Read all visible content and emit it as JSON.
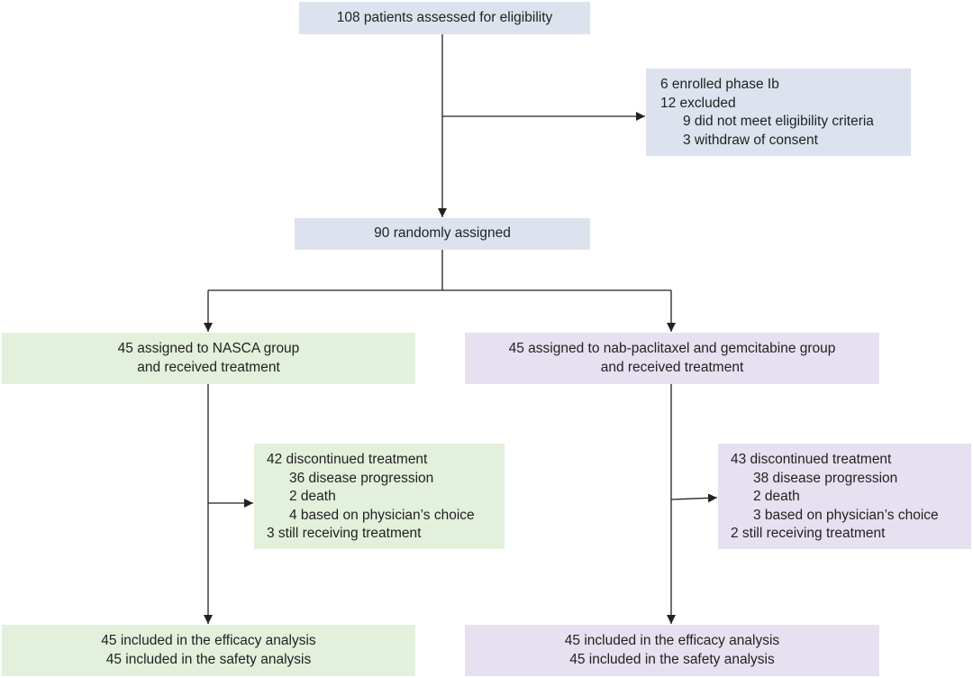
{
  "colors": {
    "blue_box": "#dce3ee",
    "green_box": "#e3f0db",
    "purple_box": "#e6e0f0",
    "connector": "#222222"
  },
  "boxes": {
    "assessed": {
      "lines": [
        "108 patients assessed for eligibility"
      ]
    },
    "excluded": {
      "lines": [
        {
          "text": "6 enrolled phase Ib",
          "level": 0
        },
        {
          "text": "12 excluded",
          "level": 0
        },
        {
          "text": "9 did not meet eligibility criteria",
          "level": 1
        },
        {
          "text": "3 withdraw of consent",
          "level": 1
        }
      ]
    },
    "randomized": {
      "lines": [
        "90 randomly assigned"
      ]
    },
    "nasca_group": {
      "lines": [
        "45 assigned to NASCA group",
        "and received treatment"
      ]
    },
    "ag_group": {
      "lines": [
        "45 assigned to nab-paclitaxel and gemcitabine group",
        "and received treatment"
      ]
    },
    "nasca_discontinued": {
      "lines": [
        {
          "text": "42 discontinued treatment",
          "level": 0
        },
        {
          "text": "36 disease progression",
          "level": 1
        },
        {
          "text": "2 death",
          "level": 1
        },
        {
          "text": "4 based on physician’s choice",
          "level": 1
        },
        {
          "text": "3 still receiving treatment",
          "level": 0
        }
      ]
    },
    "ag_discontinued": {
      "lines": [
        {
          "text": "43 discontinued treatment",
          "level": 0
        },
        {
          "text": "38 disease progression",
          "level": 1
        },
        {
          "text": "2 death",
          "level": 1
        },
        {
          "text": "3 based on physician’s choice",
          "level": 1
        },
        {
          "text": "2 still receiving treatment",
          "level": 0
        }
      ]
    },
    "nasca_analysis": {
      "lines": [
        "45 included in the efficacy analysis",
        "45 included in the safety analysis"
      ]
    },
    "ag_analysis": {
      "lines": [
        "45 included in the efficacy analysis",
        "45 included in the safety analysis"
      ]
    }
  }
}
